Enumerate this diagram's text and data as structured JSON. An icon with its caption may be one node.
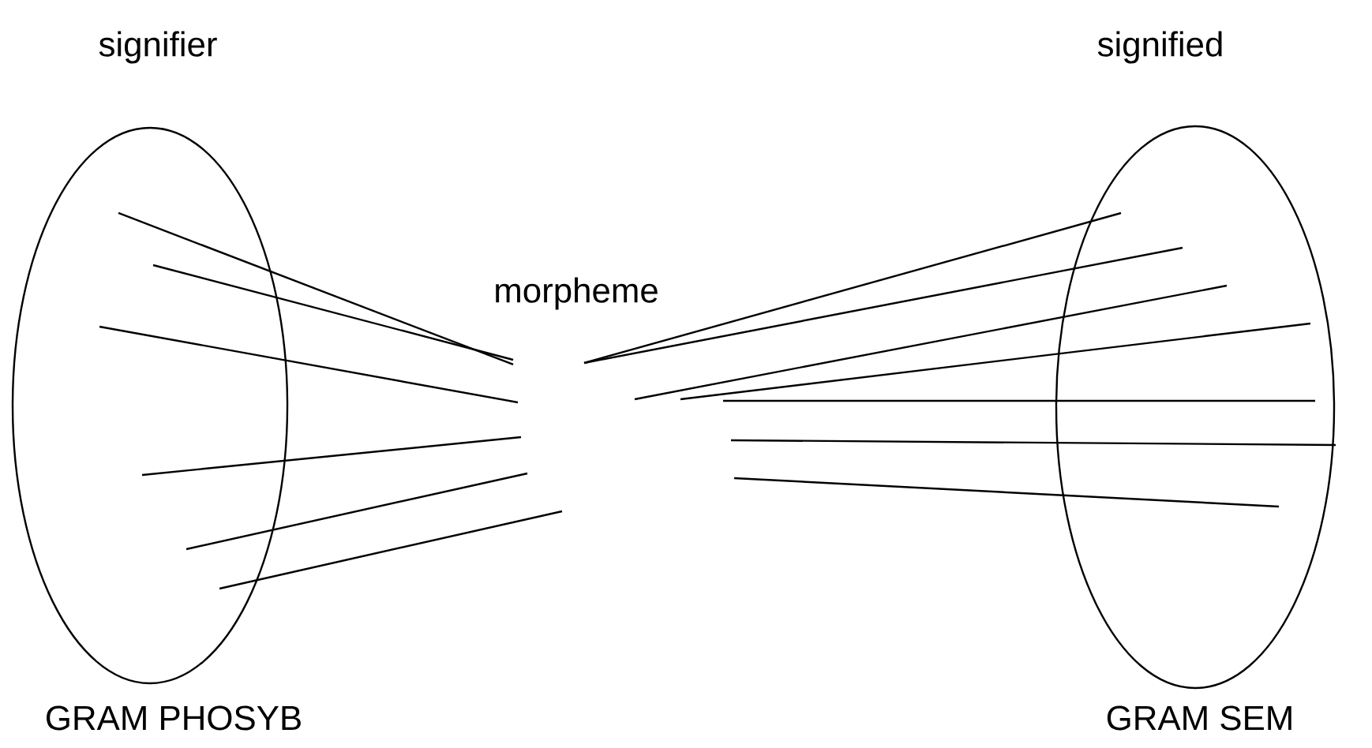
{
  "diagram": {
    "nodes": [
      {
        "text": [
          "signifier",
          "GRAM PHOSYB"
        ]
      },
      {
        "text": [
          "morpheme"
        ]
      },
      {
        "text": [
          "signified",
          "GRAM SEM"
        ]
      }
    ],
    "edges": [
      {
        "from": 0,
        "to": null,
        "arrow": "none"
      },
      {
        "from": 0,
        "to": null,
        "arrow": "none"
      },
      {
        "from": 0,
        "to": null,
        "arrow": "none"
      },
      {
        "from": 0,
        "to": null,
        "arrow": "none"
      },
      {
        "from": 0,
        "to": null,
        "arrow": "none"
      },
      {
        "from": 0,
        "to": null,
        "arrow": "none"
      },
      {
        "from": 2,
        "to": null,
        "arrow": "none"
      },
      {
        "from": 2,
        "to": null,
        "arrow": "none"
      },
      {
        "from": 2,
        "to": null,
        "arrow": "none"
      },
      {
        "from": 2,
        "to": null,
        "arrow": "none"
      },
      {
        "from": 2,
        "to": null,
        "arrow": "none"
      },
      {
        "from": 2,
        "to": null,
        "arrow": "none"
      },
      {
        "from": 2,
        "to": null,
        "arrow": "none"
      }
    ]
  }
}
